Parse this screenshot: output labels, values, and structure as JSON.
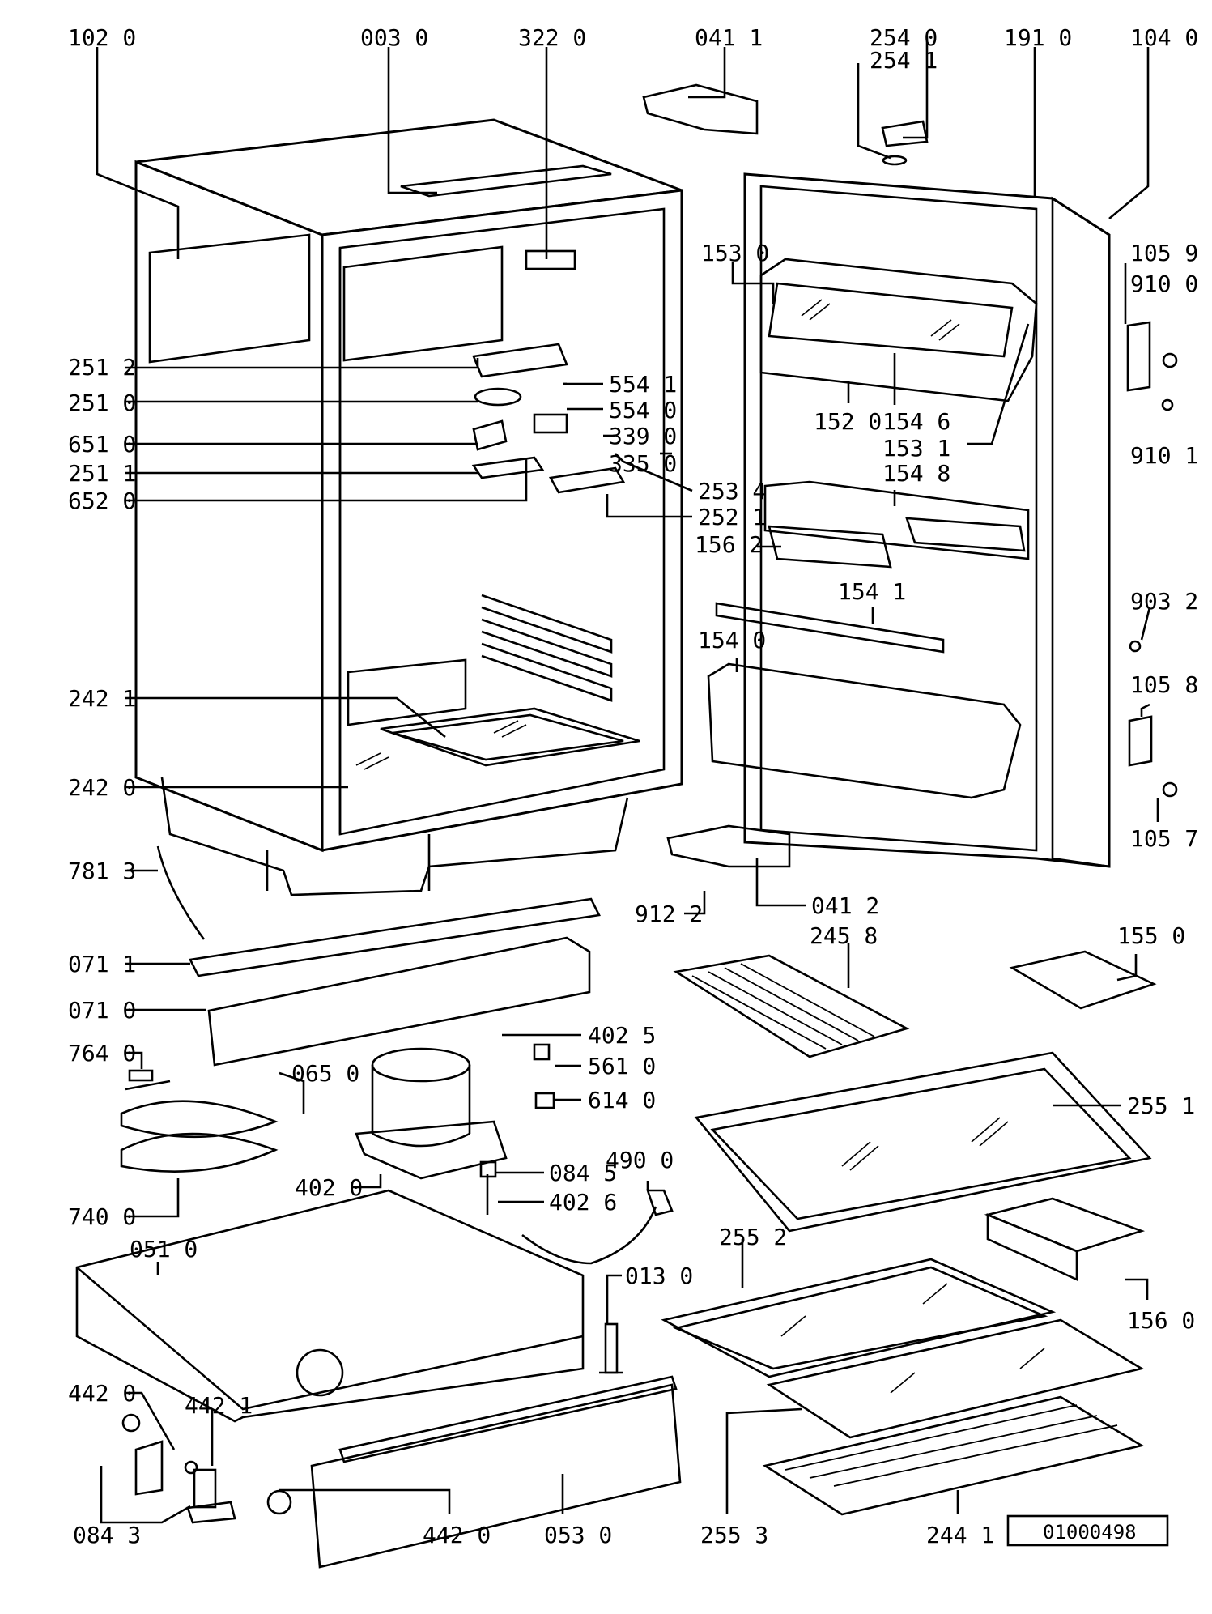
{
  "drawing_id": "01000498",
  "parts": {
    "p1020": "102 0",
    "p0030": "003 0",
    "p3220": "322 0",
    "p0411": "041 1",
    "p2540": "254 0",
    "p2541": "254 1",
    "p1910": "191 0",
    "p1040": "104 0",
    "p1530": "153 0",
    "p1059": "105 9",
    "p9100": "910 0",
    "p2512": "251 2",
    "p2510": "251 0",
    "p6510": "651 0",
    "p2511": "251 1",
    "p6520": "652 0",
    "p5541": "554 1",
    "p5540": "554 0",
    "p3390": "339 0",
    "p3350": "335 0",
    "p2534": "253 4",
    "p2521": "252 1",
    "p1520": "152 0",
    "p1546": "154 6",
    "p1531": "153 1",
    "p9101": "910 1",
    "p1548": "154 8",
    "p1562": "156 2",
    "p1541": "154 1",
    "p9032": "903 2",
    "p1540": "154 0",
    "p1058": "105 8",
    "p1057": "105 7",
    "p2421": "242 1",
    "p2420": "242 0",
    "p7813": "781 3",
    "p9122": "912 2",
    "p0412": "041 2",
    "p0711": "071 1",
    "p0710": "071 0",
    "p2458": "245 8",
    "p1550": "155 0",
    "p7640": "764 0",
    "p0650": "065 0",
    "p4025": "402 5",
    "p5610": "561 0",
    "p6140": "614 0",
    "p2551": "255 1",
    "p4020": "402 0",
    "p0845": "084 5",
    "p4900": "490 0",
    "p4026": "402 6",
    "p7400": "740 0",
    "p0510": "051 0",
    "p2552": "255 2",
    "p0130": "013 0",
    "p1560": "156 0",
    "p4420a": "442 0",
    "p4421": "442 1",
    "p0843": "084 3",
    "p4420b": "442 0",
    "p0530": "053 0",
    "p2553": "255 3",
    "p2441": "244 1"
  }
}
